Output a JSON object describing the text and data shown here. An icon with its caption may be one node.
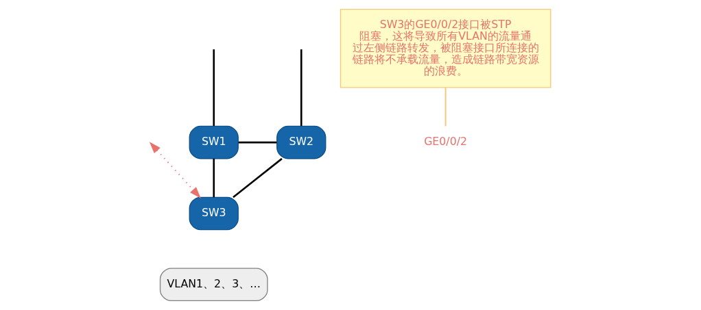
{
  "diagram": {
    "nodes": [
      {
        "text": [
          "SW1"
        ]
      },
      {
        "text": [
          "SW2"
        ]
      },
      {
        "text": [
          "SW3"
        ]
      },
      {
        "text": [
          "VLAN1、2、3、…"
        ]
      },
      {
        "text": [
          "SW3的GE0/0/2接口被STP阻塞，这将导致所有VLAN的流量通过左侧链路转发，被阻塞接口所连接的链路将不承载流量，造成链路带宽资源的浪费。"
        ]
      },
      {
        "text": [
          "GE0/0/2"
        ]
      }
    ],
    "edges": [
      {
        "from": null,
        "to": 0,
        "arrow": "none"
      },
      {
        "from": null,
        "to": 1,
        "arrow": "none"
      },
      {
        "from": 0,
        "to": 1,
        "arrow": "none"
      },
      {
        "from": 0,
        "to": 2,
        "arrow": "none"
      },
      {
        "from": 1,
        "to": 2,
        "arrow": "none"
      },
      {
        "from": null,
        "to": 2,
        "arrow": "both",
        "style": "dashed",
        "color": "#e8736c"
      },
      {
        "from": 4,
        "to": 5,
        "arrow": "none",
        "color": "#f9c77a"
      }
    ]
  }
}
